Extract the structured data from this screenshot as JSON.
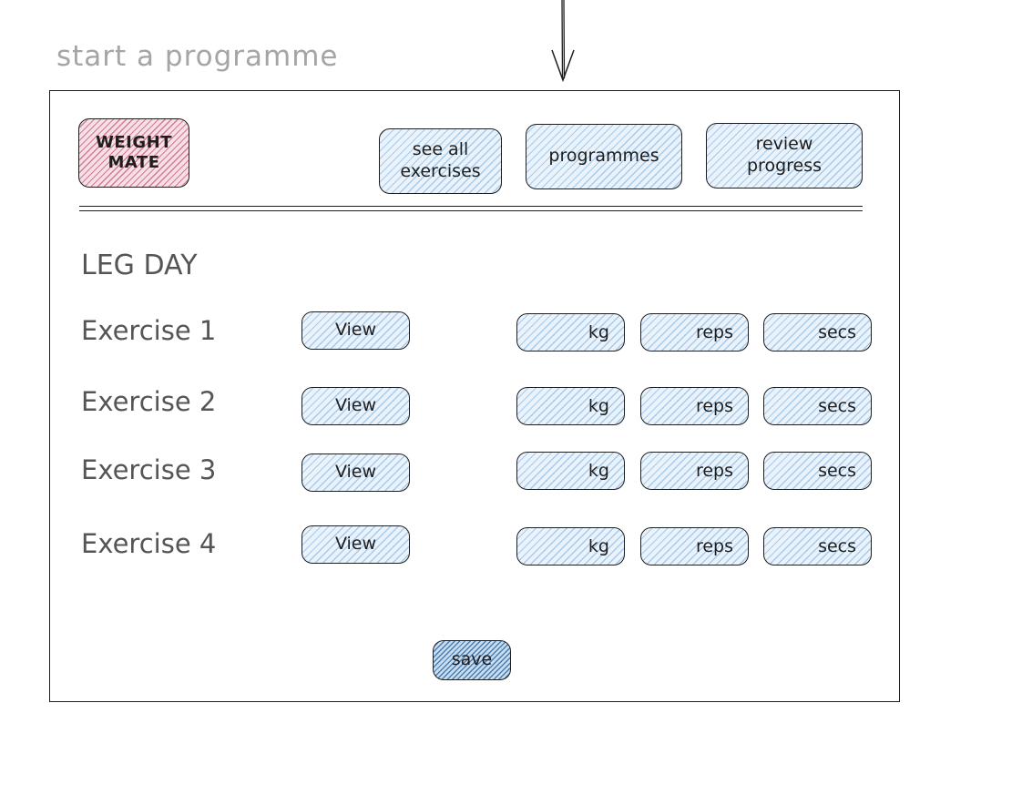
{
  "page_title": "start a programme",
  "header": {
    "logo_line1": "WEIGHT",
    "logo_line2": "MATE",
    "nav": [
      {
        "line1": "see all",
        "line2": "exercises"
      },
      {
        "line1": "programmes",
        "line2": ""
      },
      {
        "line1": "review",
        "line2": "progress"
      }
    ]
  },
  "main": {
    "section_title": "LEG DAY",
    "exercises": [
      {
        "label": "Exercise 1",
        "view_label": "View",
        "kg": "kg",
        "reps": "reps",
        "secs": "secs"
      },
      {
        "label": "Exercise 2",
        "view_label": "View",
        "kg": "kg",
        "reps": "reps",
        "secs": "secs"
      },
      {
        "label": "Exercise 3",
        "view_label": "View",
        "kg": "kg",
        "reps": "reps",
        "secs": "secs"
      },
      {
        "label": "Exercise 4",
        "view_label": "View",
        "kg": "kg",
        "reps": "reps",
        "secs": "secs"
      }
    ],
    "save_label": "save"
  },
  "colors": {
    "stroke": "#1e1e1e",
    "muted_text": "#a5a5a5",
    "button_fill": "#a5d8ff",
    "logo_fill": "#e599b0"
  }
}
